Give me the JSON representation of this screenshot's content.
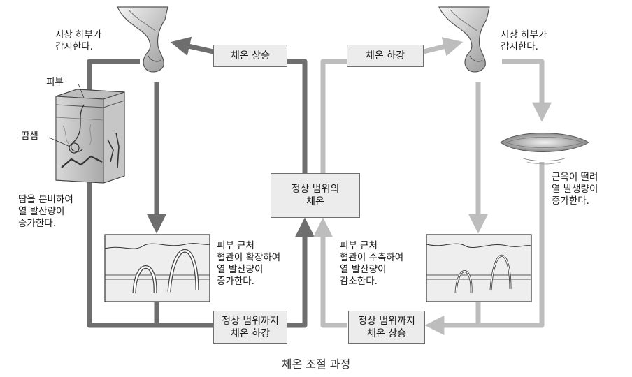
{
  "diagram": {
    "caption": "체온 조절 과정",
    "center_box": "정상 범위의\n체온",
    "left": {
      "trigger_box": "체온 상승",
      "bottom_box": "정상 범위까지\n체온 하강",
      "hypothalamus_label": "시상 하부가\n감지한다.",
      "skin_label": "피부",
      "sweat_gland_label": "땀샘",
      "sweat_label": "땀을 분비하여\n열 발산량이\n증가한다.",
      "vessel_label": "피부 근처\n혈관이 확장하여\n열 발산량이\n증가한다."
    },
    "right": {
      "trigger_box": "체온 하강",
      "bottom_box": "정상 범위까지\n체온 상승",
      "hypothalamus_label": "시상 하부가\n감지한다.",
      "vessel_label": "피부 근처\n혈관이 수축하여\n열 발산량이\n감소한다.",
      "muscle_label": "근육이 떨려\n열 발생량이\n증가한다."
    },
    "colors": {
      "dark_arrow": "#6e6e6e",
      "light_arrow": "#bdbdbd",
      "box_fill": "#ececec",
      "box_border": "#6f6f6f",
      "vessel_fill": "#eeeeee"
    }
  }
}
